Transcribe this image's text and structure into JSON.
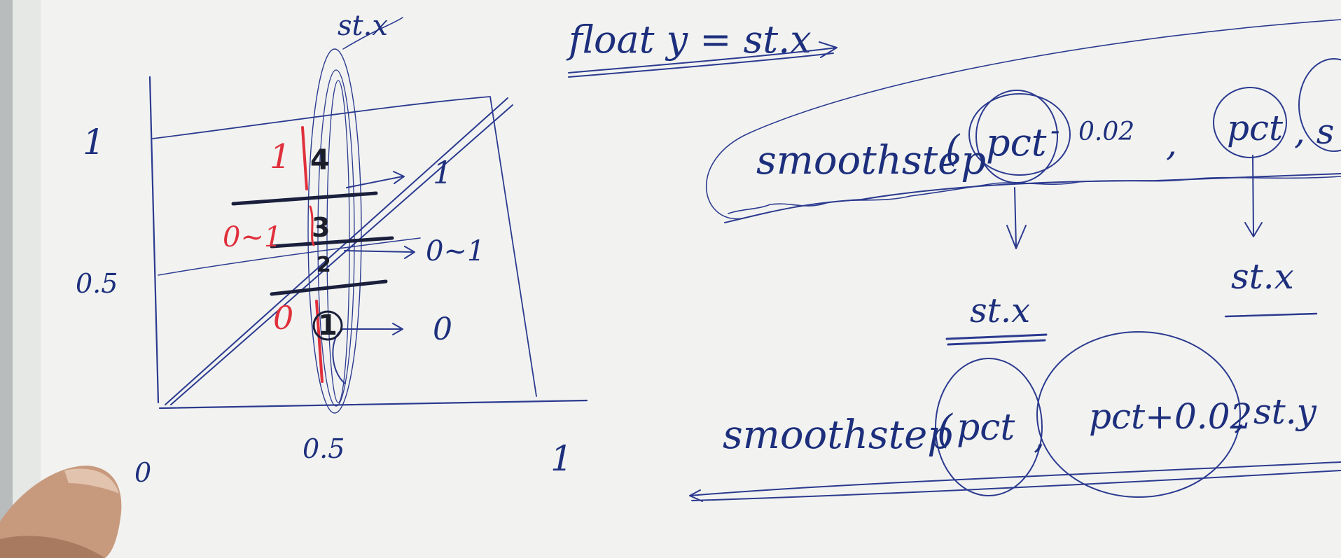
{
  "sketch": {
    "top_left_label": "st.x",
    "heading": "float y = st.x",
    "y_tick_1": "1",
    "y_tick_half": "0.5",
    "x_origin": "0",
    "x_tick_half": "0.5",
    "x_tick_1": "1",
    "region_4": "4",
    "region_3": "3",
    "region_2": "2",
    "region_1": "1",
    "red_1": "1",
    "red_0to1": "0~1",
    "red_0": "0",
    "right_note_1": "1",
    "right_note_0to1": "0~1",
    "right_note_0": "0"
  },
  "formula_top": {
    "fn": "smoothstep",
    "open": "(",
    "arg1": "pct",
    "minus": "-",
    "const": "0.02",
    "comma": ",",
    "arg2": "pct",
    "tail": ", s"
  },
  "formula_bottom": {
    "fn": "smoothstep",
    "open": "(",
    "arg1": "pct",
    "comma": ",",
    "arg2": "pct+0.02",
    "comma2": ",",
    "arg3": "st.y"
  },
  "arrows": {
    "left_label": "st.x",
    "right_label": "st.x"
  },
  "colors": {
    "paper": "#f4f5f3",
    "ink_blue": "#2b3a8f",
    "ink_red": "#e0303b",
    "marker_black": "#1a1f3c"
  }
}
